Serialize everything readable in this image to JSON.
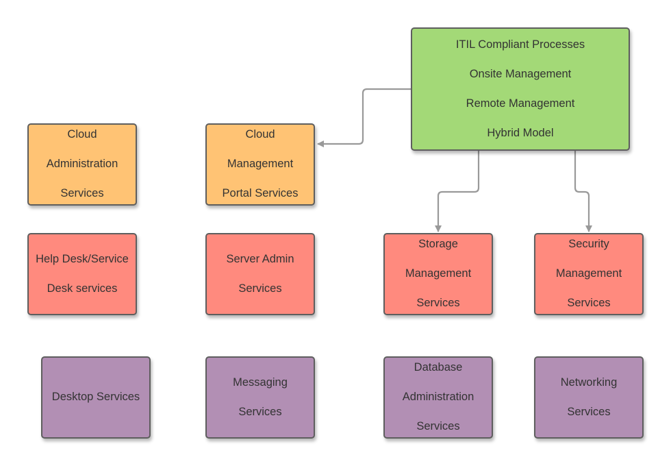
{
  "colors": {
    "green": "#a3d977",
    "orange": "#ffc374",
    "red": "#ff8a7e",
    "purple": "#b28fb4",
    "border": "#5e5e5e",
    "connector": "#999999",
    "text": "#333333"
  },
  "nodes": {
    "itil": {
      "lines": [
        "ITIL Compliant Processes",
        "Onsite Management",
        "Remote Management",
        "Hybrid Model"
      ]
    },
    "cloud_admin": {
      "lines": [
        "Cloud",
        "Administration",
        "Services"
      ]
    },
    "cloud_portal": {
      "lines": [
        "Cloud",
        "Management",
        "Portal Services"
      ]
    },
    "help_desk": {
      "lines": [
        "Help Desk/Service",
        "Desk services"
      ]
    },
    "server_admin": {
      "lines": [
        "Server Admin",
        "Services"
      ]
    },
    "storage": {
      "lines": [
        "Storage",
        "Management",
        "Services"
      ]
    },
    "security": {
      "lines": [
        "Security",
        "Management",
        "Services"
      ]
    },
    "desktop": {
      "lines": [
        "Desktop Services"
      ]
    },
    "messaging": {
      "lines": [
        "Messaging",
        "Services"
      ]
    },
    "database": {
      "lines": [
        "Database",
        "Administration",
        "Services"
      ]
    },
    "networking": {
      "lines": [
        "Networking",
        "Services"
      ]
    }
  },
  "edges": [
    {
      "from": "itil",
      "to": "cloud_portal"
    },
    {
      "from": "itil",
      "to": "storage"
    },
    {
      "from": "itil",
      "to": "security"
    }
  ]
}
